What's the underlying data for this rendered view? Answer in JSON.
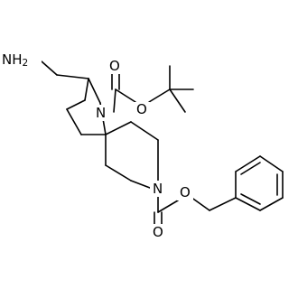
{
  "molecule": {
    "atoms": {
      "amine": "NH2",
      "n_pyrrolidine": "N",
      "n_piperidine": "N",
      "o_boc_carbonyl": "O",
      "o_boc_ester": "O",
      "o_cbz_ester": "O",
      "o_cbz_carbonyl": "O"
    },
    "colors": {
      "bond": "#000000",
      "text": "#000000",
      "background": "#ffffff"
    }
  }
}
